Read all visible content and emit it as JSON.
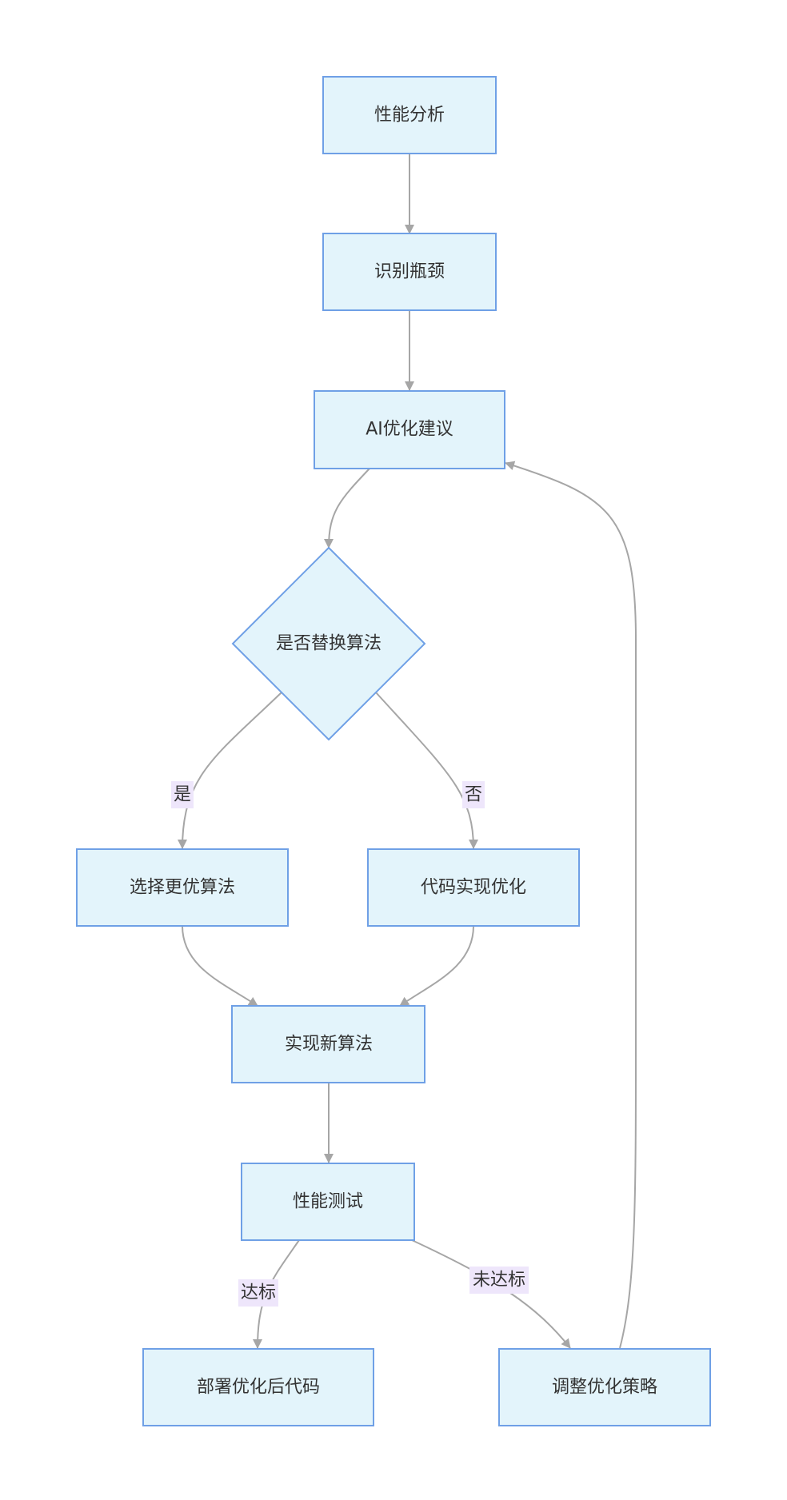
{
  "diagram": {
    "nodes": {
      "perf_analysis": "性能分析",
      "identify_bottleneck": "识别瓶颈",
      "ai_suggestion": "AI优化建议",
      "replace_algorithm": "是否替换算法",
      "choose_better": "选择更优算法",
      "code_optimize": "代码实现优化",
      "implement_new": "实现新算法",
      "perf_test": "性能测试",
      "deploy": "部署优化后代码",
      "adjust_strategy": "调整优化策略"
    },
    "edge_labels": {
      "yes": "是",
      "no": "否",
      "pass": "达标",
      "fail": "未达标"
    }
  }
}
